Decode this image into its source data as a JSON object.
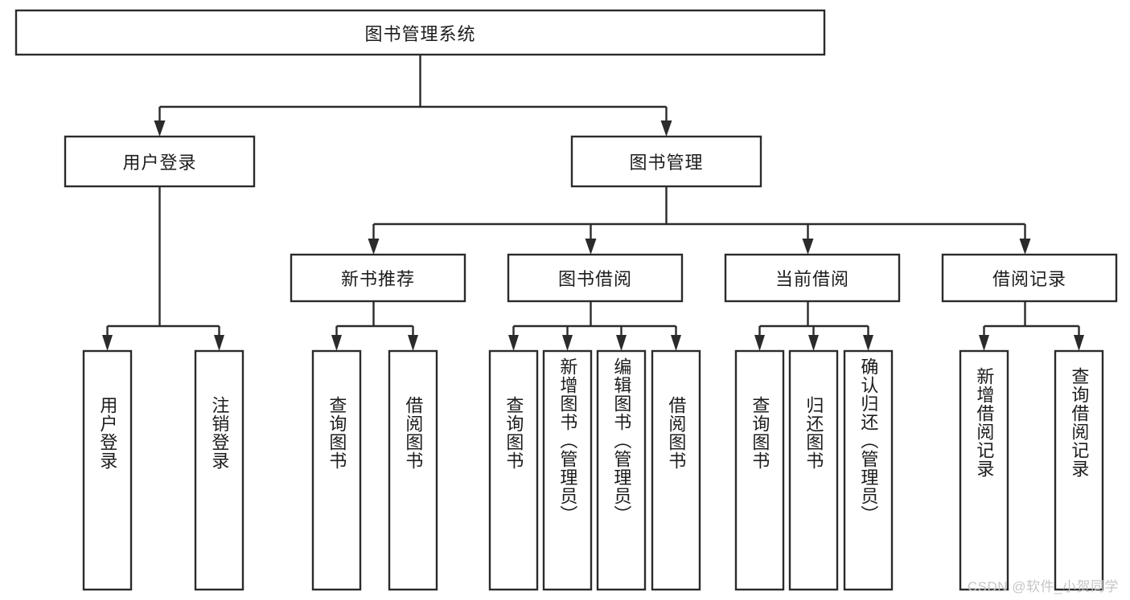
{
  "diagram": {
    "type": "tree-hierarchy",
    "title_node": {
      "label": "图书管理系统"
    },
    "level2": [
      {
        "label": "用户登录"
      },
      {
        "label": "图书管理"
      }
    ],
    "level3": [
      {
        "label": "新书推荐"
      },
      {
        "label": "图书借阅"
      },
      {
        "label": "当前借阅"
      },
      {
        "label": "借阅记录"
      }
    ],
    "leaves": {
      "user_login": [
        {
          "label": "用户登录"
        },
        {
          "label": "注销登录"
        }
      ],
      "new_book_recommend": [
        {
          "label": "查询图书"
        },
        {
          "label": "借阅图书"
        }
      ],
      "book_borrow": [
        {
          "label": "查询图书"
        },
        {
          "label": "新增图书（管理员）"
        },
        {
          "label": "编辑图书（管理员）"
        },
        {
          "label": "借阅图书"
        }
      ],
      "current_borrow": [
        {
          "label": "查询图书"
        },
        {
          "label": "归还图书"
        },
        {
          "label": "确认归还（管理员）"
        }
      ],
      "borrow_record": [
        {
          "label": "新增借阅记录"
        },
        {
          "label": "查询借阅记录"
        }
      ]
    }
  },
  "watermark": {
    "text": "CSDN @软件_小贺同学"
  },
  "colors": {
    "stroke": "#2b2b2b",
    "fill": "#ffffff",
    "text": "#1c1c1c",
    "watermark": "#c6c6c6"
  }
}
